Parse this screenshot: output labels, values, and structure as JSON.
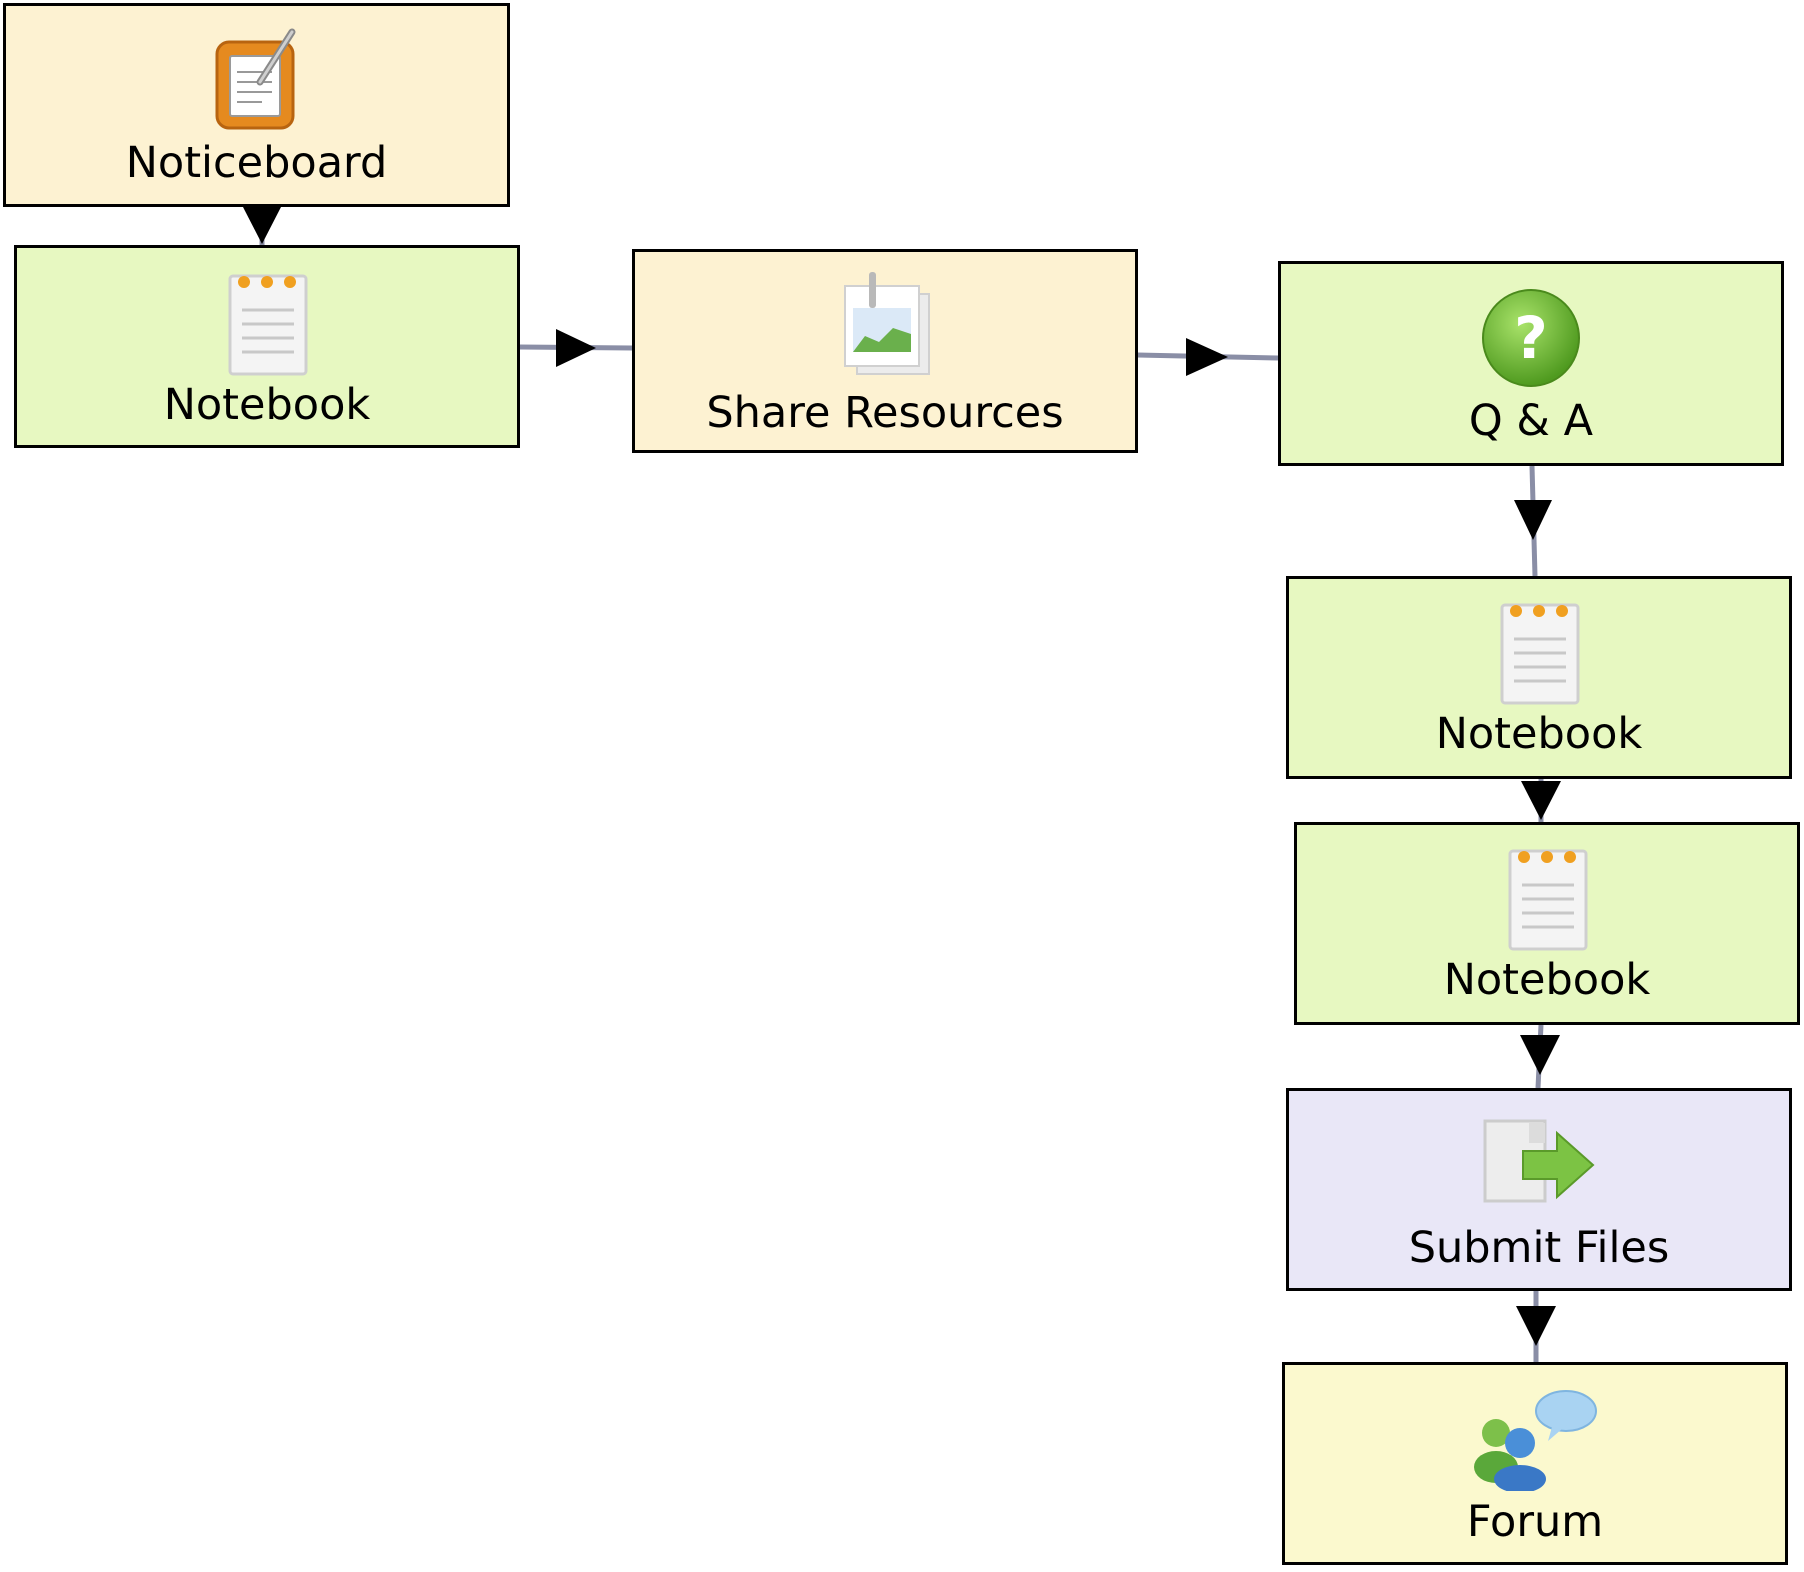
{
  "colors": {
    "tan": "#fdf2d2",
    "green": "#e7f8c1",
    "lavender": "#e9e7f7",
    "yellow": "#fbf9ce",
    "connector": "#8a8ea6",
    "arrow": "#000000"
  },
  "nodes": [
    {
      "id": "noticeboard",
      "label": "Noticeboard",
      "icon": "noticeboard-icon",
      "color": "tan"
    },
    {
      "id": "notebook-1",
      "label": "Notebook",
      "icon": "notebook-icon",
      "color": "green"
    },
    {
      "id": "share-resources",
      "label": "Share Resources",
      "icon": "share-resources-icon",
      "color": "tan"
    },
    {
      "id": "qa",
      "label": "Q & A",
      "icon": "question-icon",
      "color": "green"
    },
    {
      "id": "notebook-2",
      "label": "Notebook",
      "icon": "notebook-icon",
      "color": "green"
    },
    {
      "id": "notebook-3",
      "label": "Notebook",
      "icon": "notebook-icon",
      "color": "green"
    },
    {
      "id": "submit-files",
      "label": "Submit Files",
      "icon": "submit-files-icon",
      "color": "lavender"
    },
    {
      "id": "forum",
      "label": "Forum",
      "icon": "forum-icon",
      "color": "yellow"
    }
  ],
  "edges": [
    {
      "from": "noticeboard",
      "to": "notebook-1"
    },
    {
      "from": "notebook-1",
      "to": "share-resources"
    },
    {
      "from": "share-resources",
      "to": "qa"
    },
    {
      "from": "qa",
      "to": "notebook-2"
    },
    {
      "from": "notebook-2",
      "to": "notebook-3"
    },
    {
      "from": "notebook-3",
      "to": "submit-files"
    },
    {
      "from": "submit-files",
      "to": "forum"
    }
  ]
}
